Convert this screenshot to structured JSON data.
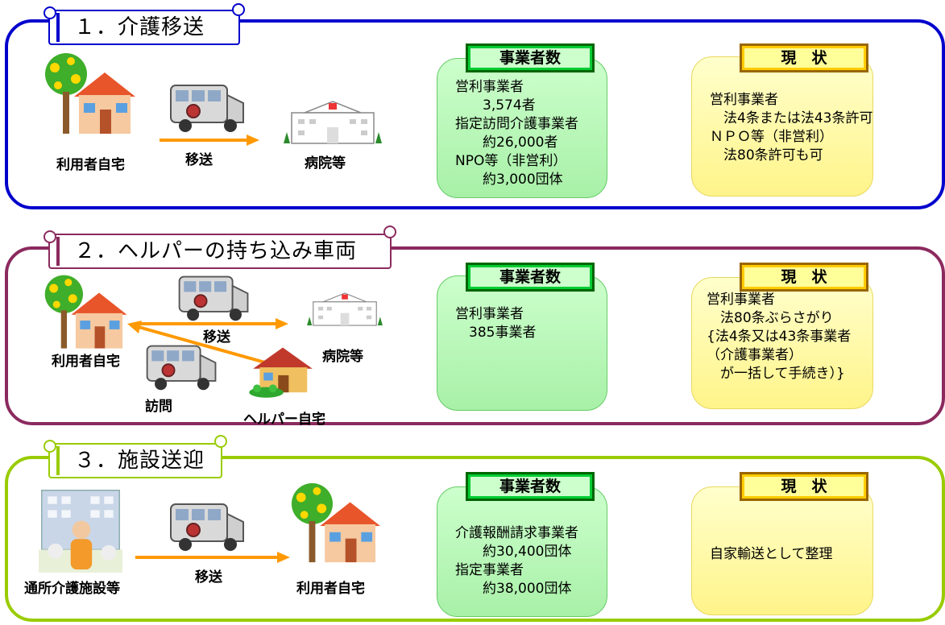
{
  "sections": [
    {
      "title": "１．介護移送",
      "count_header": "事業者数",
      "status_header": "現　状",
      "count_text": "営利事業者\n　　3,574者\n指定訪問介護事業者\n　　約26,000者\nNPO等（非営利）\n　　約3,000団体",
      "status_text": "営利事業者\n　法4条または法43条許可\nＮＰＯ等（非営利）\n　法80条許可も可",
      "labels": {
        "origin": "利用者自宅",
        "arrow": "移送",
        "destination": "病院等"
      }
    },
    {
      "title": "２．ヘルパーの持ち込み車両",
      "count_header": "事業者数",
      "status_header": "現　状",
      "count_text": "営利事業者\n　385事業者",
      "status_text": "営利事業者\n　法80条ぶらさがり\n{法4条又は43条事業者\n（介護事業者）\n　が一括して手続き）}",
      "labels": {
        "origin": "利用者自宅",
        "arrow": "移送",
        "destination": "病院等",
        "visit": "訪問",
        "helper_home": "ヘルパー自宅"
      }
    },
    {
      "title": "３．施設送迎",
      "count_header": "事業者数",
      "status_header": "現　状",
      "count_text": "介護報酬請求事業者\n　　約30,400団体\n指定事業者\n　　約38,000団体",
      "status_text": "自家輸送として整理",
      "labels": {
        "origin": "通所介護施設等",
        "arrow": "移送",
        "destination": "利用者自宅"
      }
    }
  ],
  "colors": {
    "section1": "#0000cc",
    "section2": "#8b2a5e",
    "section3": "#99cc00",
    "arrow": "#ff9900"
  }
}
